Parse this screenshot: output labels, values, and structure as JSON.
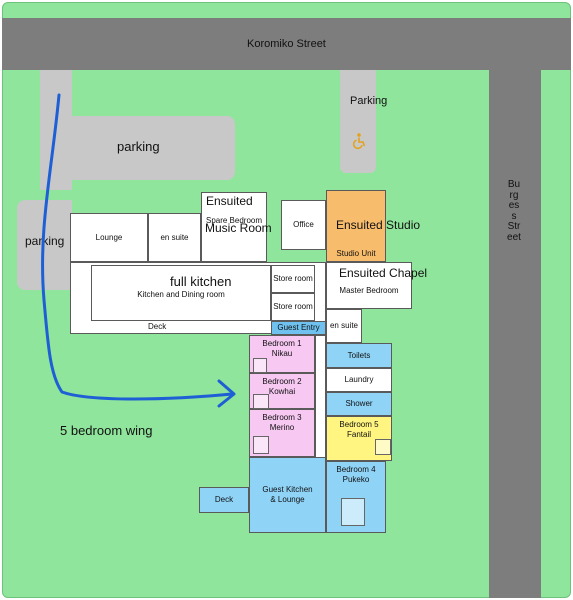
{
  "streets": {
    "top": "Koromiko Street",
    "right": "Burgess Street"
  },
  "parking": {
    "top_right": "Parking",
    "top_left": "parking",
    "left": "parking"
  },
  "icons": {
    "accessible_parking": "wheelchair-icon",
    "wing_arrow": "blue-path-arrow"
  },
  "rooms": {
    "lounge": "Lounge",
    "en_suite_left": "en suite",
    "spare_bedroom": "Spare Bedroom",
    "office": "Office",
    "studio_unit": "Studio Unit",
    "kitchen_dining": "Kitchen and Dining room",
    "store_room_1": "Store room",
    "store_room_2": "Store room",
    "master_bedroom": "Master Bedroom",
    "deck": "Deck",
    "guest_entry": "Guest Entry",
    "en_suite_right": "en suite",
    "bedroom1_num": "Bedroom 1",
    "bedroom1_name": "Nikau",
    "bedroom2_num": "Bedroom 2",
    "bedroom2_name": "Kowhai",
    "bedroom3_num": "Bedroom 3",
    "bedroom3_name": "Merino",
    "toilets": "Toilets",
    "laundry": "Laundry",
    "shower": "Shower",
    "bedroom5_num": "Bedroom 5",
    "bedroom5_name": "Fantail",
    "bedroom4_num": "Bedroom 4",
    "bedroom4_name": "Pukeko",
    "guest_kitchen_1": "Guest Kitchen",
    "guest_kitchen_2": "& Lounge",
    "deck_lower": "Deck"
  },
  "annotations": {
    "ensuited_top": "Ensuited",
    "music_room": "Music Room",
    "ensuited_studio": "Ensuited Studio",
    "full_kitchen": "full kitchen",
    "ensuited_chapel": "Ensuited Chapel",
    "five_bedroom_wing": "5 bedroom wing"
  },
  "colors": {
    "grass": "#8fe59b",
    "road": "#7d7d7d",
    "parking_lot": "#c8c8c8",
    "bedroom_pink": "#f6c8f2",
    "guest_blue": "#8fd3f7",
    "studio_orange": "#f8bd6c",
    "bedroom5_yellow": "#fff580",
    "arrow_blue": "#1f5fd6"
  }
}
